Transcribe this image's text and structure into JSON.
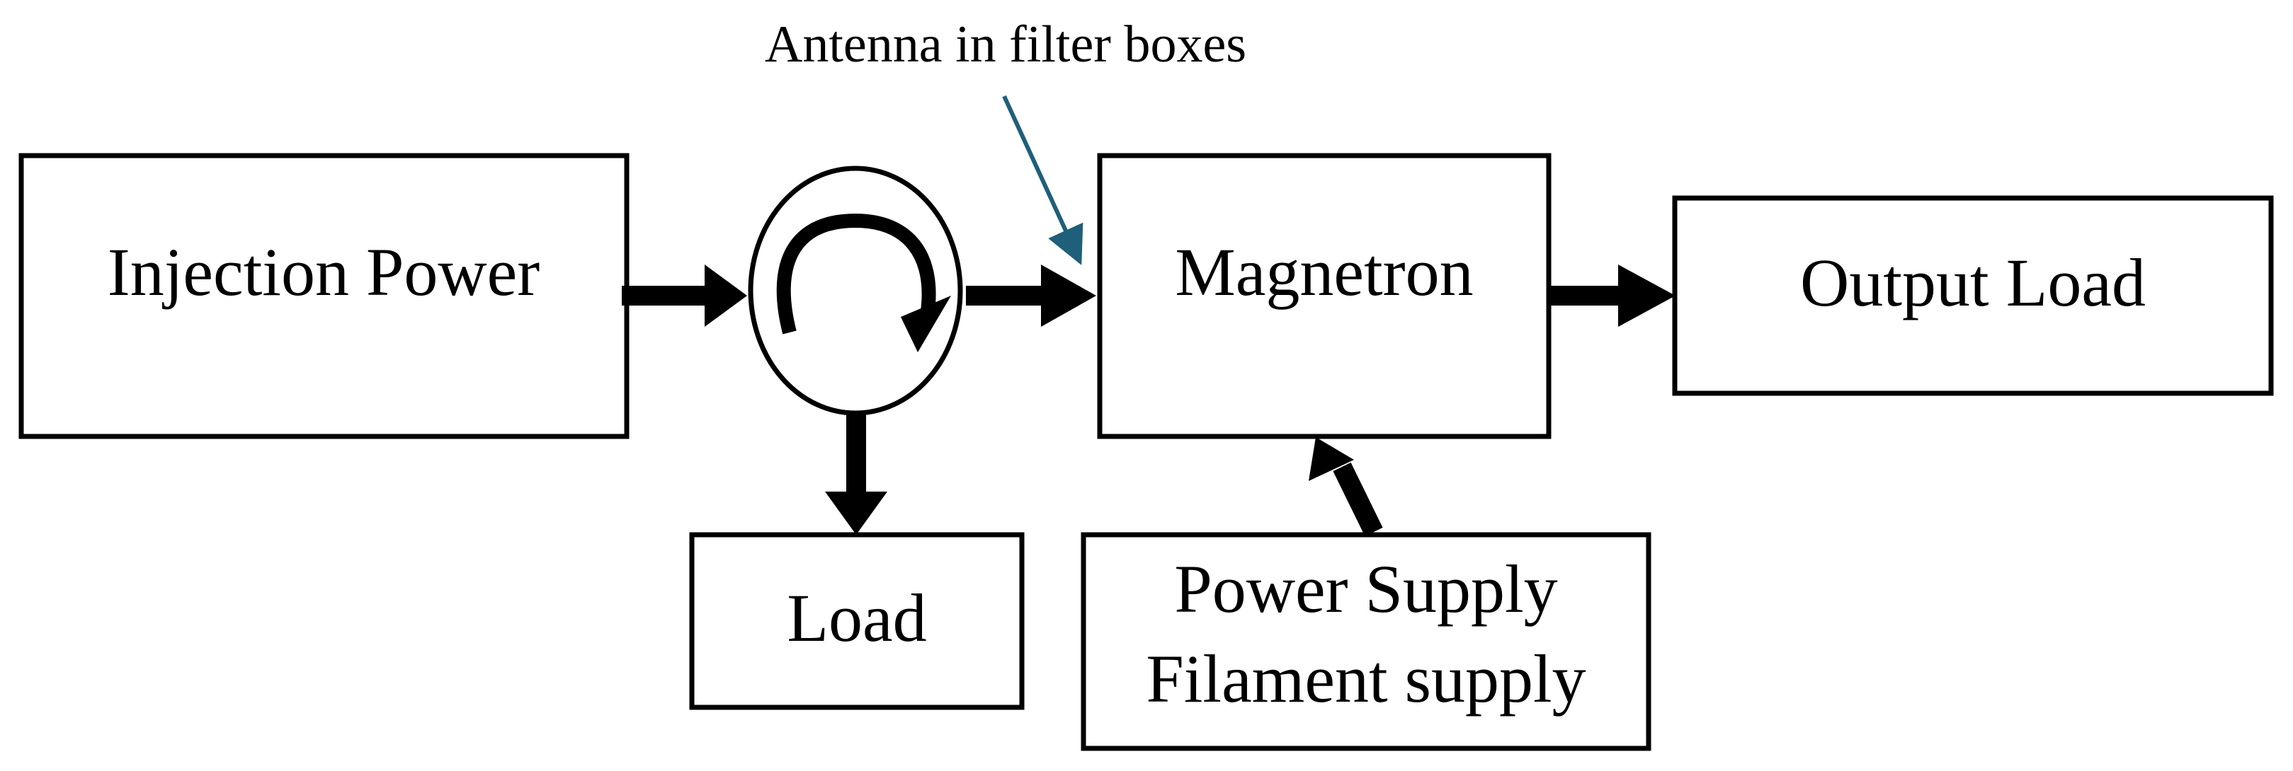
{
  "blocks": {
    "injection_power": "Injection Power",
    "magnetron": "Magnetron",
    "output_load": "Output Load",
    "load": "Load",
    "power_supply_line1": "Power Supply",
    "power_supply_line2": "Filament supply"
  },
  "annotations": {
    "antenna": "Antenna in filter boxes"
  },
  "colors": {
    "stroke": "#000000",
    "annotation_arrow": "#1f5f7a"
  },
  "icons": {
    "circulator": "circulator-icon"
  }
}
